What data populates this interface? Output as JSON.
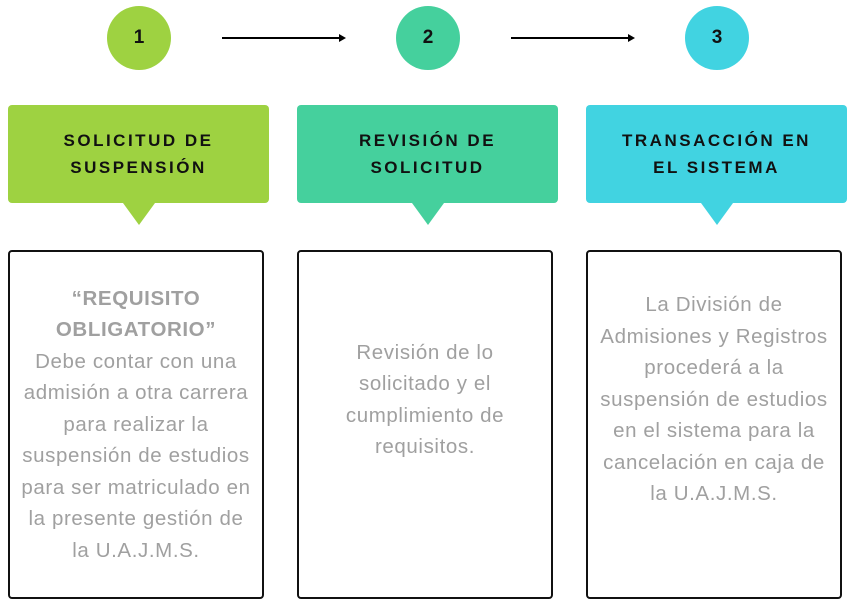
{
  "colors": {
    "step1": "#9ed241",
    "step2": "#45d09d",
    "step3": "#41d3e1",
    "body_text": "#a0a0a0",
    "border": "#111111"
  },
  "steps": [
    {
      "number": "1",
      "title_line1": "SOLICITUD DE",
      "title_line2": "SUSPENSIÓN",
      "emphasis_line1": "“REQUISITO",
      "emphasis_line2": "OBLIGATORIO”",
      "description": "Debe contar con una admisión a otra carrera para realizar la suspensión de estudios para ser matriculado en la presente gestión de la U.A.J.M.S."
    },
    {
      "number": "2",
      "title_line1": "REVISIÓN DE",
      "title_line2": "SOLICITUD",
      "description": "Revisión de lo solicitado y el cumplimiento de requisitos."
    },
    {
      "number": "3",
      "title_line1": "TRANSACCIÓN EN",
      "title_line2": "EL SISTEMA",
      "description": "La División de Admisiones y Registros procederá a la suspensión de estudios en el sistema para la cancelación en caja de la U.A.J.M.S."
    }
  ]
}
